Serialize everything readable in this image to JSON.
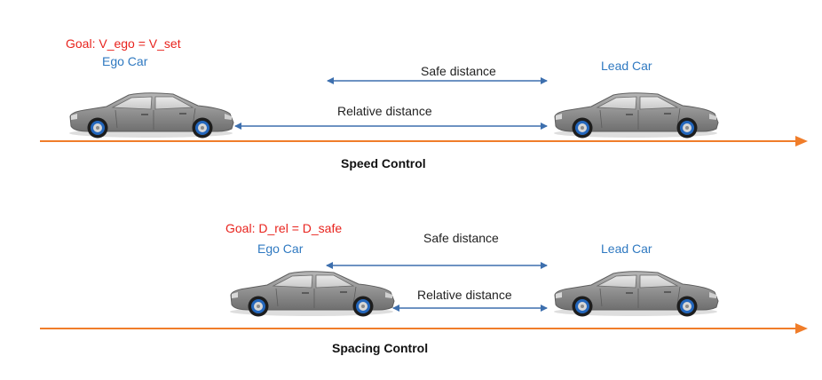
{
  "colors": {
    "road": "#f07d2a",
    "distance_arrow": "#3d6fae",
    "goal_text": "#e8231d",
    "car_label": "#2f79c1"
  },
  "panels": [
    {
      "goal": "Goal: V_ego = V_set",
      "ego_label": "Ego Car",
      "lead_label": "Lead Car",
      "safe_distance": "Safe distance",
      "relative_distance": "Relative distance",
      "caption": "Speed Control"
    },
    {
      "goal": "Goal: D_rel = D_safe",
      "ego_label": "Ego Car",
      "lead_label": "Lead Car",
      "safe_distance": "Safe distance",
      "relative_distance": "Relative distance",
      "caption": "Spacing Control"
    }
  ]
}
